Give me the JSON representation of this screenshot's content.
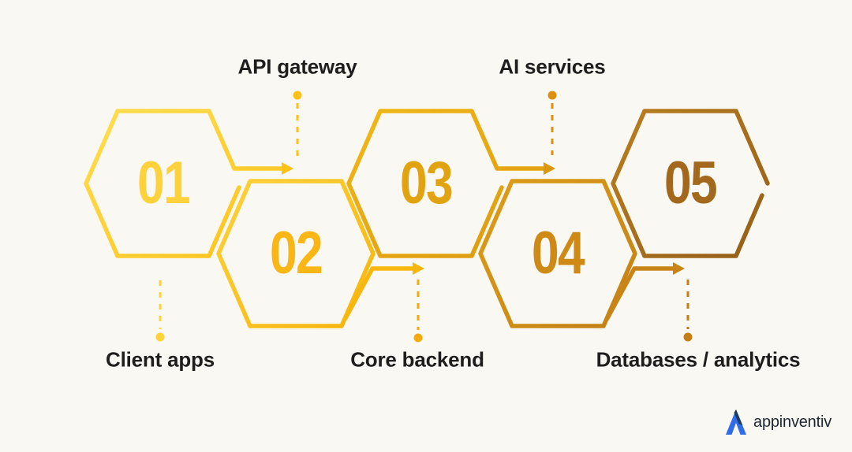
{
  "background": "#faf8f2",
  "diagram": {
    "steps": [
      {
        "number": "01",
        "label": "Client apps",
        "label_side": "bottom",
        "hex_from": "#ffde52",
        "hex_to": "#ffc117",
        "number_color": "#ffd23c",
        "connector_color": "#ffd23a",
        "arrow_color": "#ffc117"
      },
      {
        "number": "02",
        "label": "API gateway",
        "label_side": "top",
        "hex_from": "#ffd23a",
        "hex_to": "#f6b40c",
        "number_color": "#f9b614",
        "connector_color": "#ffc117",
        "arrow_color": "#f7b70d"
      },
      {
        "number": "03",
        "label": "Core backend",
        "label_side": "bottom",
        "hex_from": "#f2b816",
        "hex_to": "#db980f",
        "number_color": "#e2a311",
        "connector_color": "#f2ac0e",
        "arrow_color": "#db980f"
      },
      {
        "number": "04",
        "label": "AI services",
        "label_side": "top",
        "hex_from": "#de9e18",
        "hex_to": "#c28015",
        "number_color": "#ce8a14",
        "connector_color": "#de8f10",
        "arrow_color": "#c98417"
      },
      {
        "number": "05",
        "label": "Databases / analytics",
        "label_side": "bottom",
        "hex_from": "#ba7e20",
        "hex_to": "#945e18",
        "number_color": "#a4681c",
        "connector_color": "#c67e14"
      }
    ]
  },
  "branding": {
    "logo_text": "appinventiv",
    "mark_color": "#2e6ce8",
    "mark_accent_color": "#1b3a5e",
    "text_color": "#1d2733"
  }
}
